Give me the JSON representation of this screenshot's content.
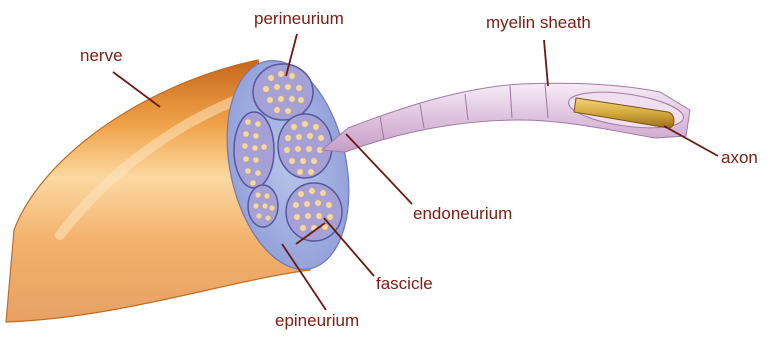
{
  "labels": {
    "nerve": "nerve",
    "perineurium": "perineurium",
    "myelin_sheath": "myelin sheath",
    "axon": "axon",
    "endoneurium": "endoneurium",
    "fascicle": "fascicle",
    "epineurium": "epineurium"
  },
  "colors": {
    "nerve_outer": "#e08a2a",
    "nerve_highlight": "#f7c98a",
    "cross_section_fill": "#9aa3dc",
    "fascicle_fill": "#a9a0d6",
    "fiber_dot": "#f3d7a6",
    "myelin": "#e8cfe6",
    "axon_core": "#c99a3a",
    "label_text": "#7a1d12"
  }
}
